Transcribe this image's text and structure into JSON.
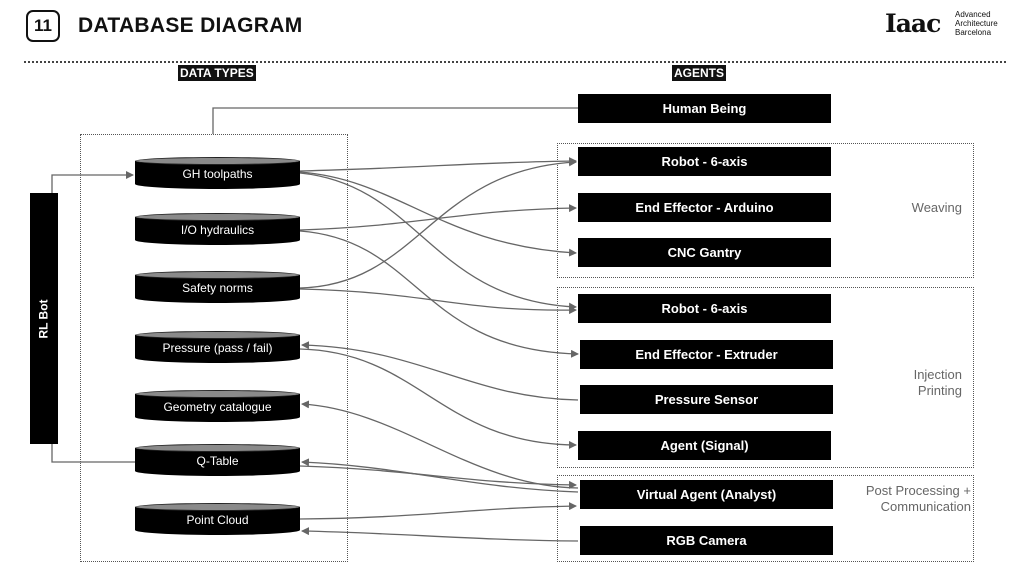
{
  "header": {
    "page_number": "11",
    "title": "DATABASE DIAGRAM",
    "logo_mark": "Iaac",
    "logo_lines": [
      "Advanced",
      "Architecture",
      "Barcelona"
    ]
  },
  "columns": {
    "data_types_heading": "DATA TYPES",
    "agents_heading": "AGENTS"
  },
  "rl_bot": "RL Bot",
  "data_types": [
    "GH toolpaths",
    "I/O hydraulics",
    "Safety norms",
    "Pressure (pass / fail)",
    "Geometry catalogue",
    "Q-Table",
    "Point Cloud"
  ],
  "agents": [
    "Human Being",
    "Robot - 6-axis",
    "End Effector - Arduino",
    "CNC Gantry",
    "Robot - 6-axis",
    "End Effector - Extruder",
    "Pressure Sensor",
    "Agent (Signal)",
    "Virtual Agent (Analyst)",
    "RGB Camera"
  ],
  "groups": [
    {
      "label": "Weaving"
    },
    {
      "label": "Injection Printing"
    },
    {
      "label": "Post Processing + Communication"
    }
  ]
}
